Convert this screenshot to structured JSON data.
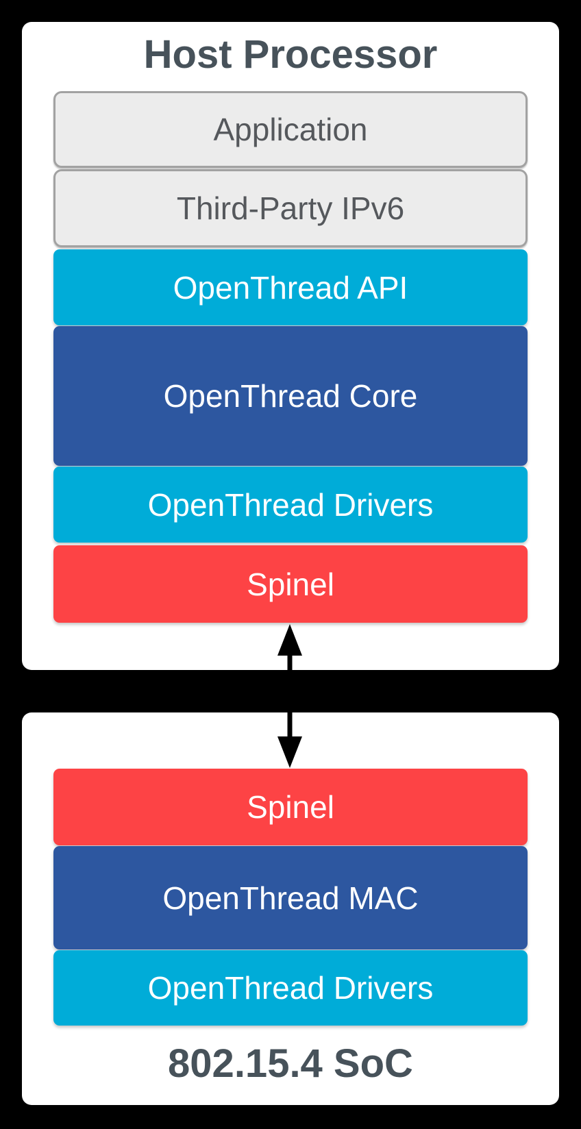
{
  "diagram": {
    "host": {
      "title": "Host Processor",
      "layers": [
        {
          "label": "Application"
        },
        {
          "label": "Third-Party IPv6"
        },
        {
          "label": "OpenThread API"
        },
        {
          "label": "OpenThread Core"
        },
        {
          "label": "OpenThread Drivers"
        },
        {
          "label": "Spinel"
        }
      ]
    },
    "connector": {
      "icon": "bidirectional-arrow"
    },
    "soc": {
      "title": "802.15.4 SoC",
      "layers": [
        {
          "label": "Spinel"
        },
        {
          "label": "OpenThread MAC"
        },
        {
          "label": "OpenThread Drivers"
        }
      ]
    },
    "colors": {
      "background": "#000000",
      "panel": "#FFFFFF",
      "external_layer_fill": "#ECECEC",
      "external_layer_border": "#A2A2A2",
      "cyan_layer": "#00ACD8",
      "blue_layer": "#2D57A0",
      "red_layer": "#FD4345",
      "title_text": "#47525A",
      "external_layer_text": "#55585C",
      "colored_layer_text": "#FFFFFF",
      "arrow": "#000000"
    }
  }
}
